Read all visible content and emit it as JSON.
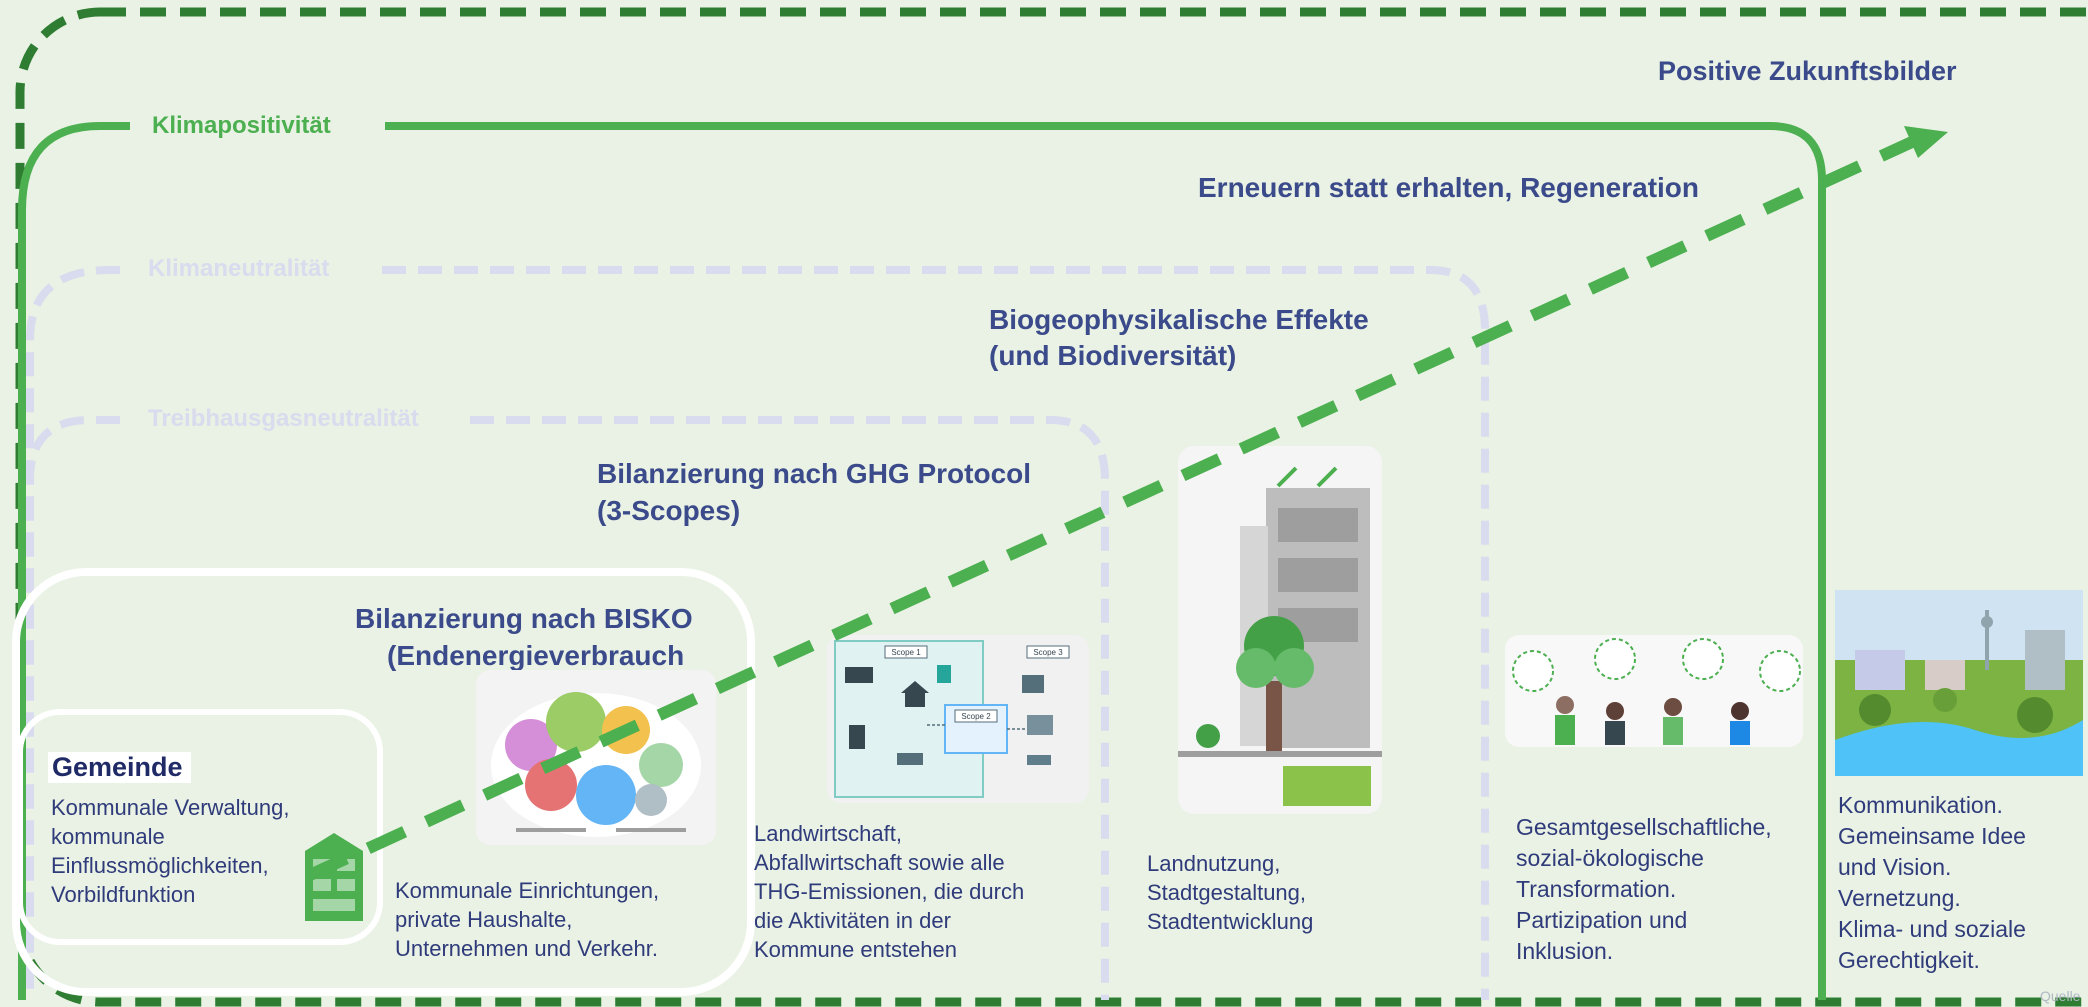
{
  "levels": {
    "positive": {
      "title": "Positive Zukunftsbilder"
    },
    "klimapositiv": {
      "label": "Klimapositivität",
      "title": "Erneuern statt erhalten, Regeneration"
    },
    "klimaneutral": {
      "label": "Klimaneutralität",
      "title": [
        "Biogeophysikalische Effekte",
        "(und Biodiversität)"
      ]
    },
    "thg": {
      "label": "Treibhausgasneutralität",
      "title": [
        "Bilanzierung nach GHG Protocol",
        "(3-Scopes)"
      ]
    },
    "bisko": {
      "title": [
        "Bilanzierung nach BISKO",
        "(Endenergieverbrauch"
      ]
    },
    "gemeinde": {
      "title": "Gemeinde"
    }
  },
  "descriptions": {
    "gemeinde": [
      "Kommunale Verwaltung,",
      "kommunale",
      "Einflussmöglichkeiten,",
      "Vorbildfunktion"
    ],
    "bisko": [
      "Kommunale Einrichtungen,",
      "private Haushalte,",
      "Unternehmen und Verkehr."
    ],
    "thg": [
      "Landwirtschaft,",
      "Abfallwirtschaft sowie alle",
      "THG-Emissionen, die durch",
      "die Aktivitäten in der",
      "Kommune entstehen"
    ],
    "klimaneutral": [
      "Landnutzung,",
      "Stadtgestaltung,",
      "Stadtentwicklung"
    ],
    "klimapositiv": [
      "Gesamtgesellschaftliche,",
      "sozial-ökologische",
      "Transformation.",
      "Partizipation und",
      "Inklusion."
    ],
    "positive": [
      "Kommunikation.",
      "Gemeinsame Idee",
      "und Vision.",
      "Vernetzung.",
      "Klima- und soziale",
      "Gerechtigkeit."
    ]
  },
  "illustrations": {
    "scopes_diagram": {
      "labels": [
        "Scope 1",
        "Scope 2",
        "Scope 3"
      ]
    }
  },
  "footer": {
    "source": "Quelle"
  },
  "colors": {
    "background": "#e9f2e4",
    "dark_green": "#2f7d32",
    "green": "#4caf50",
    "navy": "#3b4a8a",
    "pale_blue": "#d9dbee",
    "white": "#ffffff"
  }
}
